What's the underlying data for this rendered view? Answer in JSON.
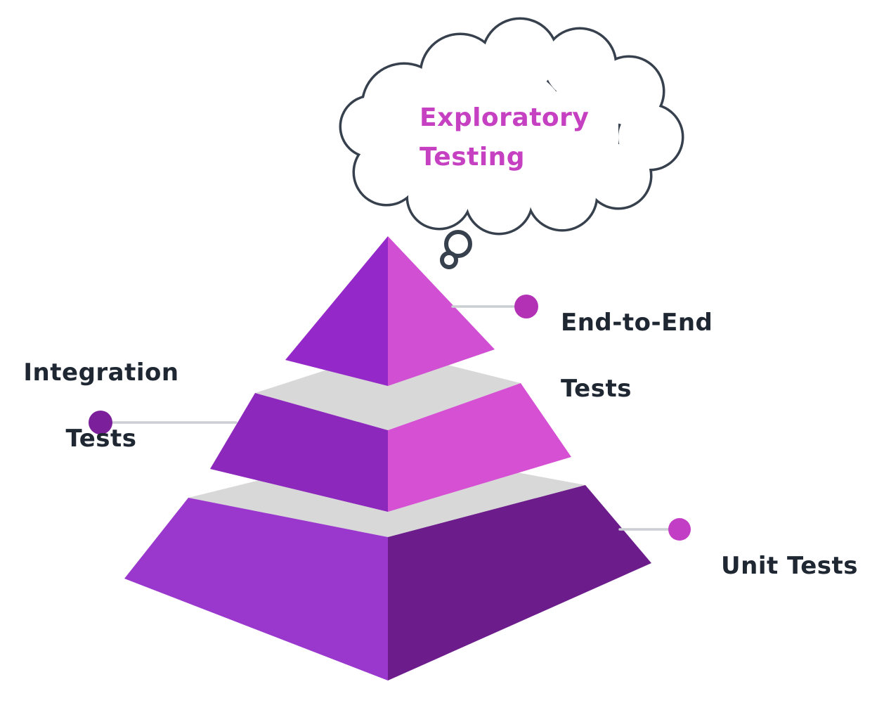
{
  "diagram": {
    "type": "test-pyramid",
    "cloud": {
      "line1": "Exploratory",
      "line2": "Testing"
    },
    "labels": {
      "end_to_end": {
        "line1": "End-to-End",
        "line2": "Tests"
      },
      "integration": {
        "line1": "Integration",
        "line2": "Tests"
      },
      "unit": {
        "text": "Unit Tests"
      }
    },
    "levels": [
      {
        "label": "End-to-End Tests",
        "position": "top"
      },
      {
        "label": "Integration Tests",
        "position": "middle"
      },
      {
        "label": "Unit Tests",
        "position": "bottom"
      }
    ],
    "colors": {
      "top_left_face": "#9428c9",
      "top_right_face": "#d04fd2",
      "middle_left_face": "#8d28bd",
      "middle_right_face": "#d650d4",
      "bottom_left_face": "#9a38cd",
      "bottom_right_face": "#6c1d8b",
      "gap_band": "#d8d8d8",
      "cloud_outline": "#37404d",
      "cloud_text": "#c640c2",
      "label_text": "#1f2733",
      "connector_line": "#cbcfd3",
      "dot_end_to_end": "#b231b4",
      "dot_integration": "#7c1f9b",
      "dot_unit": "#c23ec4"
    }
  }
}
